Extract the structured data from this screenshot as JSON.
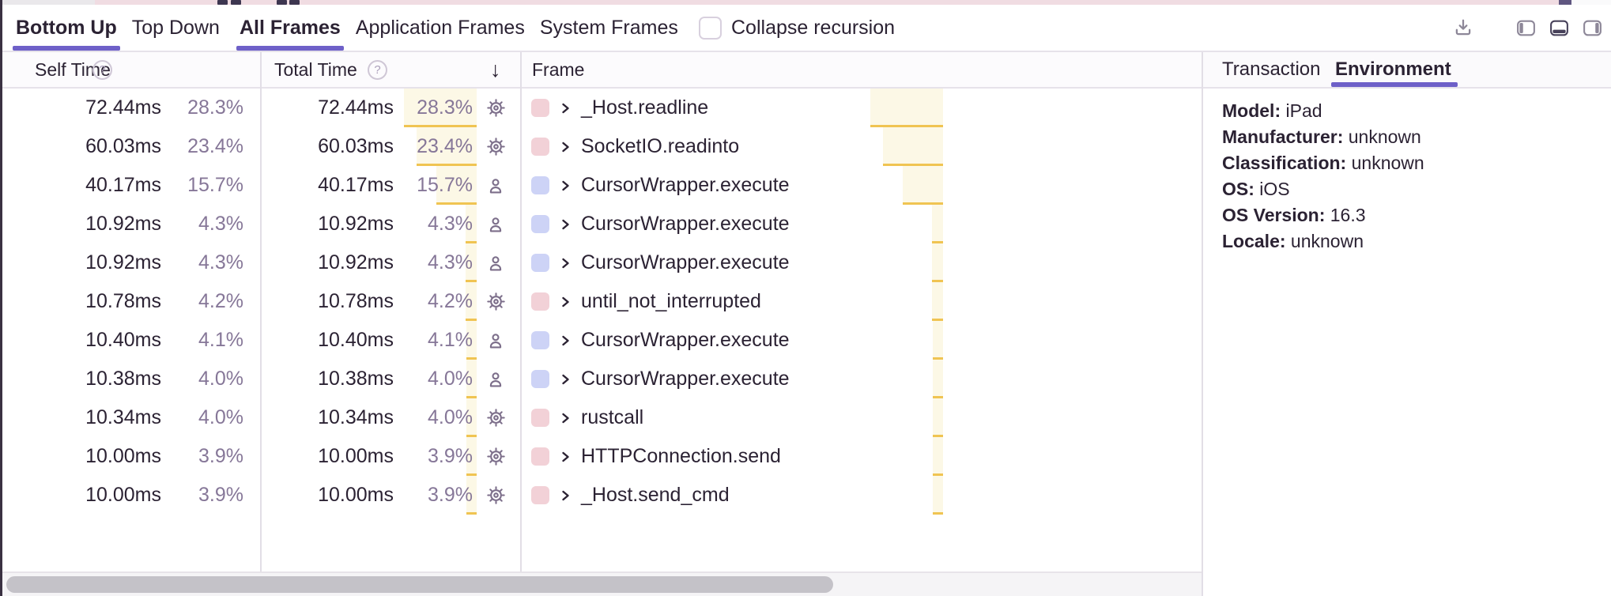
{
  "toolbar": {
    "view_tabs": [
      {
        "label": "Bottom Up",
        "active": true
      },
      {
        "label": "Top Down",
        "active": false
      }
    ],
    "frame_tabs": [
      {
        "label": "All Frames",
        "active": true
      },
      {
        "label": "Application Frames",
        "active": false
      },
      {
        "label": "System Frames",
        "active": false
      }
    ],
    "collapse_recursion": {
      "label": "Collapse recursion",
      "checked": false
    },
    "icon_buttons": [
      "download-icon",
      "layout-left-panel-icon",
      "layout-bottom-panel-icon",
      "layout-right-panel-icon"
    ],
    "active_layout": "layout-bottom-panel-icon"
  },
  "table": {
    "columns": [
      {
        "label": "Self Time",
        "help_icon": true
      },
      {
        "label": "Total Time",
        "help_icon": true,
        "sort": "descending",
        "sort_icon": "↓"
      },
      {
        "label": "Frame"
      }
    ],
    "rows": [
      {
        "self_time": "72.44ms",
        "self_pct": "28.3%",
        "total_time": "72.44ms",
        "total_pct": "28.3%",
        "pct_value": 28.3,
        "frame_icon": "gear-icon",
        "frame_type": "system",
        "name": "_Host.readline"
      },
      {
        "self_time": "60.03ms",
        "self_pct": "23.4%",
        "total_time": "60.03ms",
        "total_pct": "23.4%",
        "pct_value": 23.4,
        "frame_icon": "gear-icon",
        "frame_type": "system",
        "name": "SocketIO.readinto"
      },
      {
        "self_time": "40.17ms",
        "self_pct": "15.7%",
        "total_time": "40.17ms",
        "total_pct": "15.7%",
        "pct_value": 15.7,
        "frame_icon": "user-icon",
        "frame_type": "app",
        "name": "CursorWrapper.execute"
      },
      {
        "self_time": "10.92ms",
        "self_pct": "4.3%",
        "total_time": "10.92ms",
        "total_pct": "4.3%",
        "pct_value": 4.3,
        "frame_icon": "user-icon",
        "frame_type": "app",
        "name": "CursorWrapper.execute"
      },
      {
        "self_time": "10.92ms",
        "self_pct": "4.3%",
        "total_time": "10.92ms",
        "total_pct": "4.3%",
        "pct_value": 4.3,
        "frame_icon": "user-icon",
        "frame_type": "app",
        "name": "CursorWrapper.execute"
      },
      {
        "self_time": "10.78ms",
        "self_pct": "4.2%",
        "total_time": "10.78ms",
        "total_pct": "4.2%",
        "pct_value": 4.2,
        "frame_icon": "gear-icon",
        "frame_type": "system",
        "name": "until_not_interrupted"
      },
      {
        "self_time": "10.40ms",
        "self_pct": "4.1%",
        "total_time": "10.40ms",
        "total_pct": "4.1%",
        "pct_value": 4.1,
        "frame_icon": "user-icon",
        "frame_type": "app",
        "name": "CursorWrapper.execute"
      },
      {
        "self_time": "10.38ms",
        "self_pct": "4.0%",
        "total_time": "10.38ms",
        "total_pct": "4.0%",
        "pct_value": 4.0,
        "frame_icon": "user-icon",
        "frame_type": "app",
        "name": "CursorWrapper.execute"
      },
      {
        "self_time": "10.34ms",
        "self_pct": "4.0%",
        "total_time": "10.34ms",
        "total_pct": "4.0%",
        "pct_value": 4.0,
        "frame_icon": "gear-icon",
        "frame_type": "system",
        "name": "rustcall"
      },
      {
        "self_time": "10.00ms",
        "self_pct": "3.9%",
        "total_time": "10.00ms",
        "total_pct": "3.9%",
        "pct_value": 3.9,
        "frame_icon": "gear-icon",
        "frame_type": "system",
        "name": "HTTPConnection.send"
      },
      {
        "self_time": "10.00ms",
        "self_pct": "3.9%",
        "total_time": "10.00ms",
        "total_pct": "3.9%",
        "pct_value": 3.9,
        "frame_icon": "gear-icon",
        "frame_type": "system",
        "name": "_Host.send_cmd"
      }
    ]
  },
  "right_panel": {
    "tabs": [
      {
        "label": "Transaction",
        "active": false
      },
      {
        "label": "Environment",
        "active": true
      }
    ],
    "environment": [
      {
        "label": "Model:",
        "value": "iPad"
      },
      {
        "label": "Manufacturer:",
        "value": "unknown"
      },
      {
        "label": "Classification:",
        "value": "unknown"
      },
      {
        "label": "OS:",
        "value": "iOS"
      },
      {
        "label": "OS Version:",
        "value": "16.3"
      },
      {
        "label": "Locale:",
        "value": "unknown"
      }
    ]
  },
  "colors": {
    "accent": "#6E60C8",
    "text": "#2B2233",
    "muted": "#867798",
    "system_frame_chip": "#F2D1D7",
    "application_frame_chip": "#CDD3F6",
    "percent_bar_bg": "#FCF8E6",
    "percent_bar_border": "#F0C452"
  }
}
